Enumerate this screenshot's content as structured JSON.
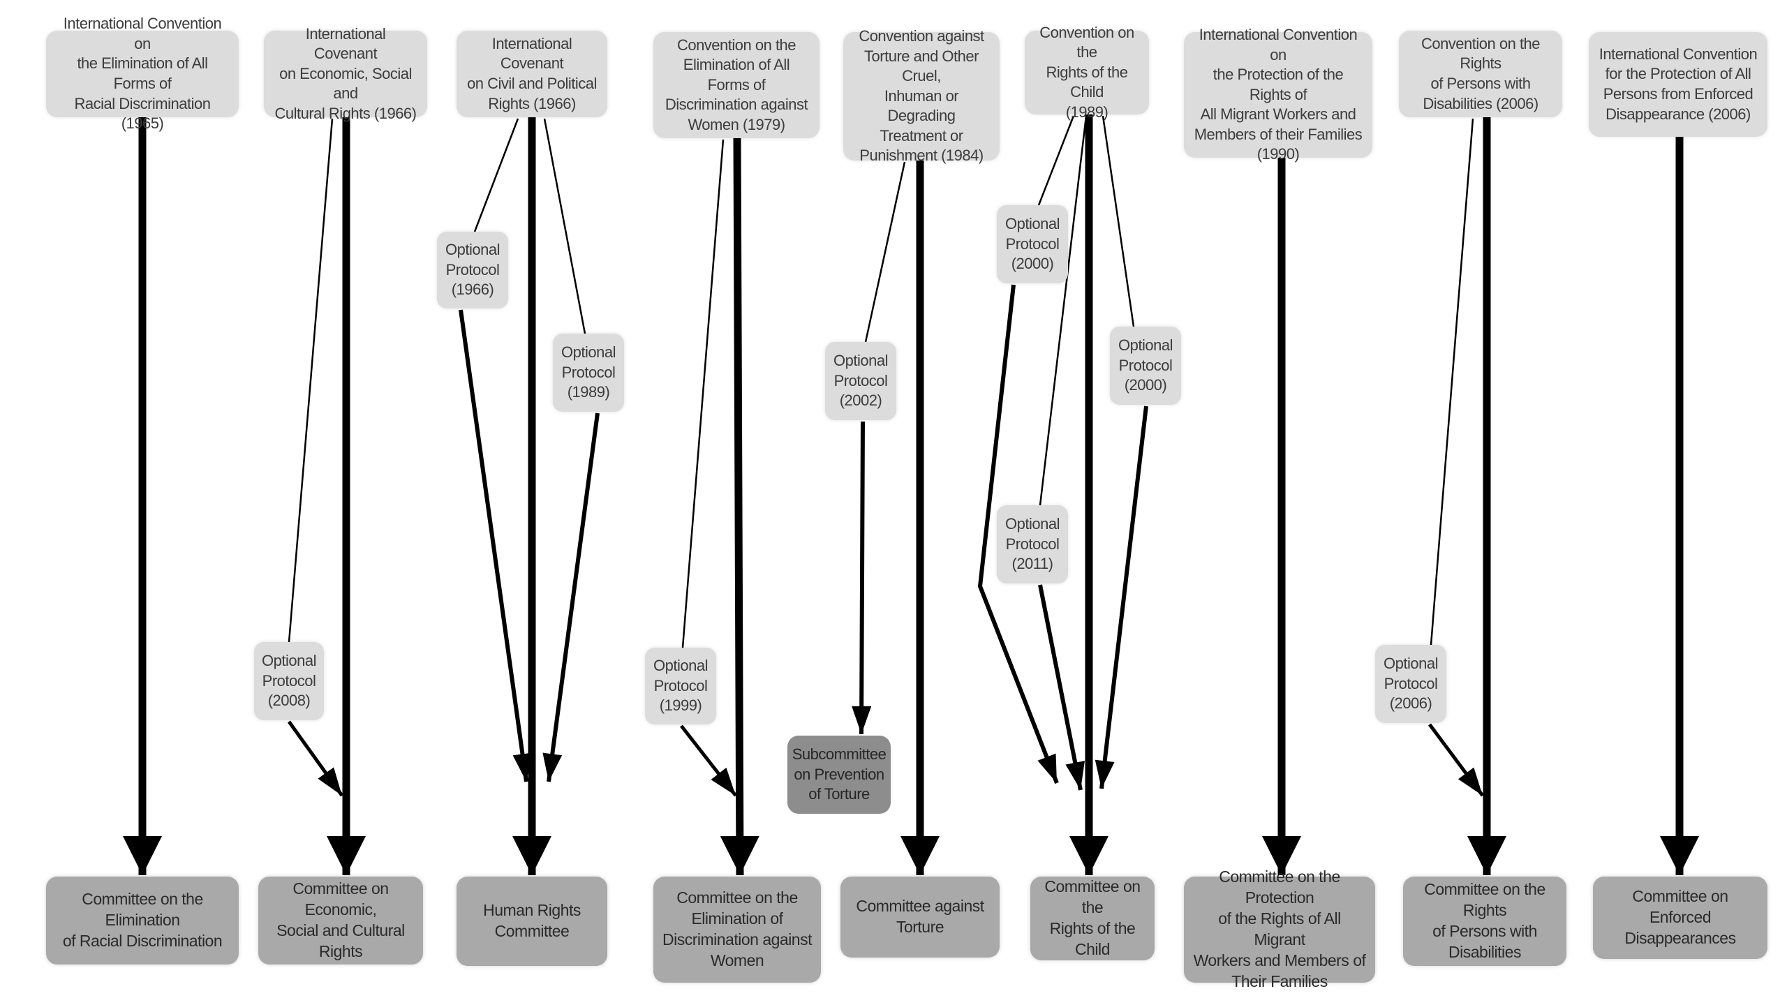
{
  "treaties": [
    {
      "id": "cerd",
      "text": "International Convention on\nthe Elimination of All Forms of\nRacial Discrimination (1965)"
    },
    {
      "id": "icescr",
      "text": "International Covenant\non Economic, Social and\nCultural Rights (1966)"
    },
    {
      "id": "iccpr",
      "text": "International Covenant\non Civil and Political\nRights (1966)"
    },
    {
      "id": "cedaw",
      "text": "Convention on the\nElimination of All Forms of\nDiscrimination against\nWomen (1979)"
    },
    {
      "id": "cat",
      "text": "Convention against\nTorture and Other Cruel,\nInhuman or Degrading\nTreatment or\nPunishment (1984)"
    },
    {
      "id": "crc",
      "text": "Convention on the\nRights of the Child\n(1989)"
    },
    {
      "id": "icmw",
      "text": "International Convention on\nthe Protection of the Rights of\nAll Migrant Workers and\nMembers of their Families\n(1990)"
    },
    {
      "id": "crpd",
      "text": "Convention on the Rights\nof Persons with\nDisabilities (2006)"
    },
    {
      "id": "cped",
      "text": "International Convention\nfor the Protection of All\nPersons from Enforced\nDisappearance (2006)"
    }
  ],
  "protocols": [
    {
      "id": "op-icescr-2008",
      "text": "Optional\nProtocol\n(2008)"
    },
    {
      "id": "op-iccpr-1966",
      "text": "Optional\nProtocol\n(1966)"
    },
    {
      "id": "op-iccpr-1989",
      "text": "Optional\nProtocol\n(1989)"
    },
    {
      "id": "op-cedaw-1999",
      "text": "Optional\nProtocol\n(1999)"
    },
    {
      "id": "op-cat-2002",
      "text": "Optional\nProtocol\n(2002)"
    },
    {
      "id": "op-crc-2000a",
      "text": "Optional\nProtocol\n(2000)"
    },
    {
      "id": "op-crc-2000b",
      "text": "Optional\nProtocol\n(2000)"
    },
    {
      "id": "op-crc-2011",
      "text": "Optional\nProtocol\n(2011)"
    },
    {
      "id": "op-crpd-2006",
      "text": "Optional\nProtocol\n(2006)"
    }
  ],
  "subcommittee": {
    "id": "spt",
    "text": "Subcommittee\non Prevention\nof Torture"
  },
  "committees": [
    {
      "id": "c-cerd",
      "text": "Committee on the Elimination\nof Racial Discrimination"
    },
    {
      "id": "c-icescr",
      "text": "Committee on Economic,\nSocial and Cultural Rights"
    },
    {
      "id": "c-iccpr",
      "text": "Human Rights\nCommittee"
    },
    {
      "id": "c-cedaw",
      "text": "Committee on the\nElimination of\nDiscrimination against\nWomen"
    },
    {
      "id": "c-cat",
      "text": "Committee against\nTorture"
    },
    {
      "id": "c-crc",
      "text": "Committee on the\nRights of the Child"
    },
    {
      "id": "c-icmw",
      "text": "Committee on the Protection\nof the Rights of All Migrant\nWorkers and Members of\nTheir Families"
    },
    {
      "id": "c-crpd",
      "text": "Committee on the Rights\nof Persons with\nDisabilities"
    },
    {
      "id": "c-cped",
      "text": "Committee on Enforced\nDisappearances"
    }
  ]
}
